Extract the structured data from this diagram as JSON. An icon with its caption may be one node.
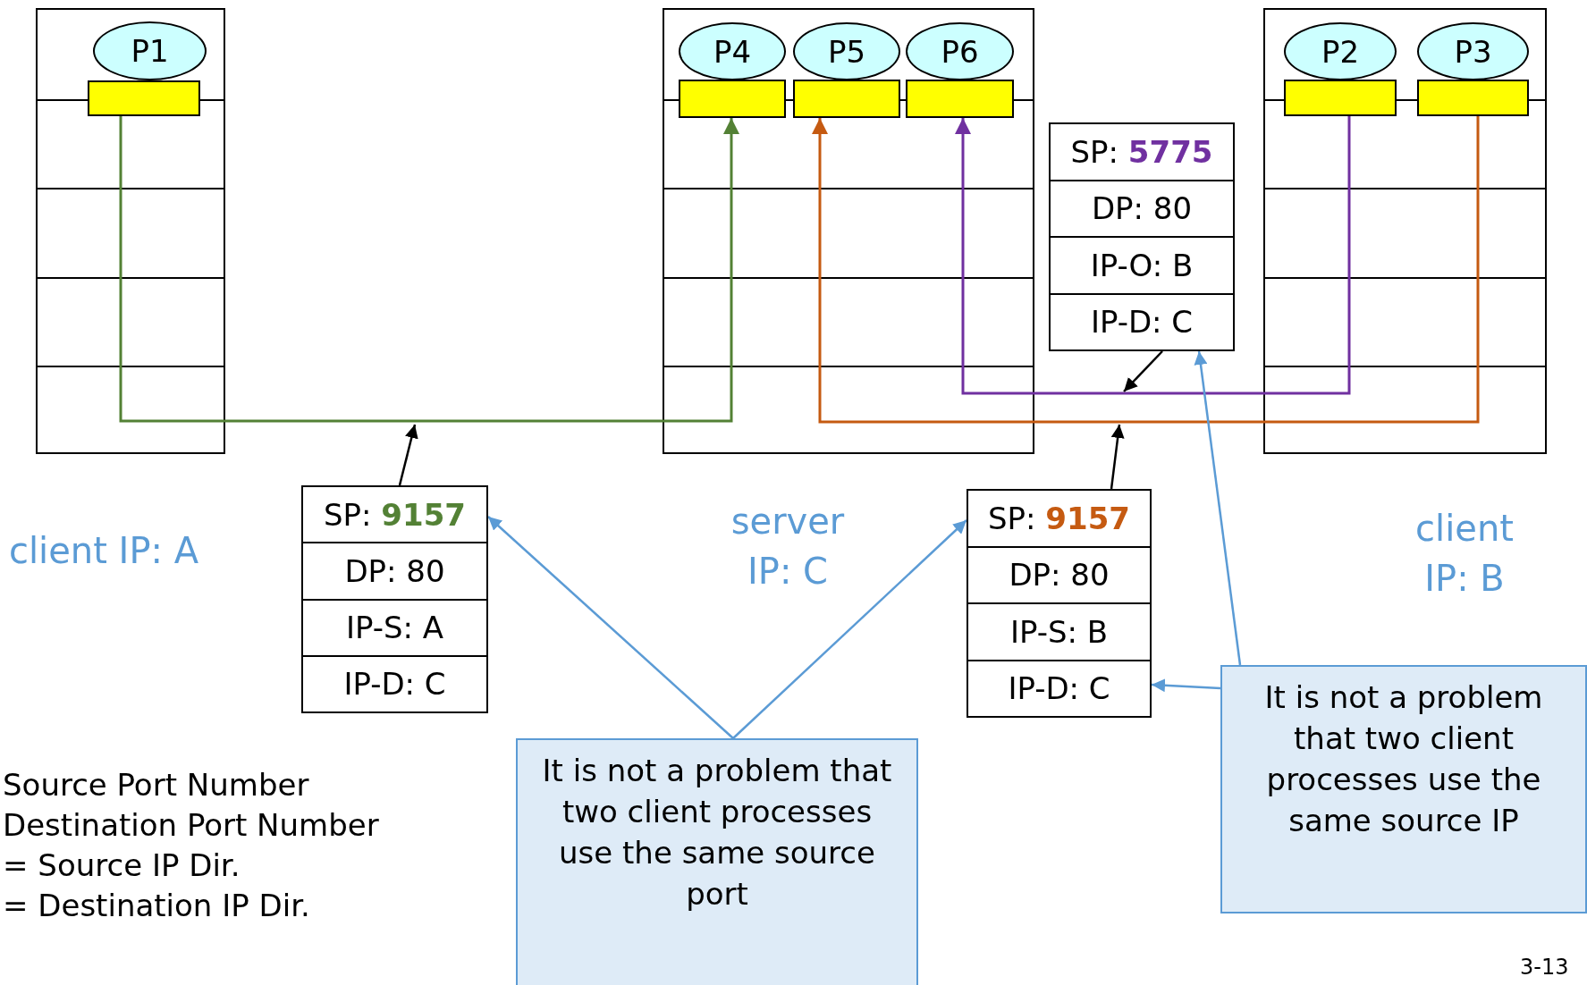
{
  "diagram": {
    "nodes": [
      {
        "text": [],
        "shape": "box",
        "beside": [
          "client IP: A"
        ]
      },
      {
        "text": [
          "P1"
        ],
        "in": 0
      },
      {
        "text": [],
        "shape": "box",
        "in": 0
      },
      {
        "text": [],
        "shape": "box",
        "beside": [
          "server IP: C"
        ]
      },
      {
        "text": [
          "P4"
        ],
        "in": 3
      },
      {
        "text": [
          "P5"
        ],
        "in": 3
      },
      {
        "text": [
          "P6"
        ],
        "in": 3
      },
      {
        "text": [],
        "shape": "box",
        "in": 3
      },
      {
        "text": [],
        "shape": "box",
        "in": 3
      },
      {
        "text": [],
        "shape": "box",
        "in": 3
      },
      {
        "text": [],
        "shape": "box",
        "beside": [
          "client IP: B"
        ]
      },
      {
        "text": [
          "P2"
        ],
        "in": 10
      },
      {
        "text": [
          "P3"
        ],
        "in": 10
      },
      {
        "text": [],
        "shape": "box",
        "in": 10
      },
      {
        "text": [],
        "shape": "box",
        "in": 10
      },
      {
        "text": [
          "SP: **9157**",
          "DP: 80",
          "IP-S: A",
          "IP-D: C"
        ]
      },
      {
        "text": [
          "SP: **9157**",
          "DP: 80",
          "IP-S: B",
          "IP-D: C"
        ]
      },
      {
        "text": [
          "SP: **5775**",
          "DP: 80",
          "IP-O: B",
          "IP-D: C"
        ]
      },
      {
        "text": [
          "It is not a problem that two client processes use the same source port"
        ]
      },
      {
        "text": [
          "It is not a problem that two client processes use the same source IP"
        ]
      }
    ],
    "edges": [
      {
        "from": 2,
        "to": 7,
        "arrow": "to",
        "color": "#538135"
      },
      {
        "from": 14,
        "to": 8,
        "arrow": "to",
        "color": "#c55a11"
      },
      {
        "from": 13,
        "to": 9,
        "arrow": "to",
        "color": "#7030a0"
      },
      {
        "from": 15,
        "to": null,
        "arrow": "to",
        "color": "#000000"
      },
      {
        "from": 16,
        "to": null,
        "arrow": "to",
        "color": "#000000"
      },
      {
        "from": 17,
        "to": null,
        "arrow": "to",
        "color": "#000000"
      },
      {
        "from": 18,
        "to": 15,
        "arrow": "to"
      },
      {
        "from": 18,
        "to": 16,
        "arrow": "to"
      },
      {
        "from": 19,
        "to": 16,
        "arrow": "to"
      },
      {
        "from": 19,
        "to": 17,
        "arrow": "to"
      }
    ],
    "labels": [
      "Source Port Number",
      "Destination Port Number",
      "= Source IP Dir.",
      "= Destination IP Dir.",
      "3-13"
    ]
  }
}
